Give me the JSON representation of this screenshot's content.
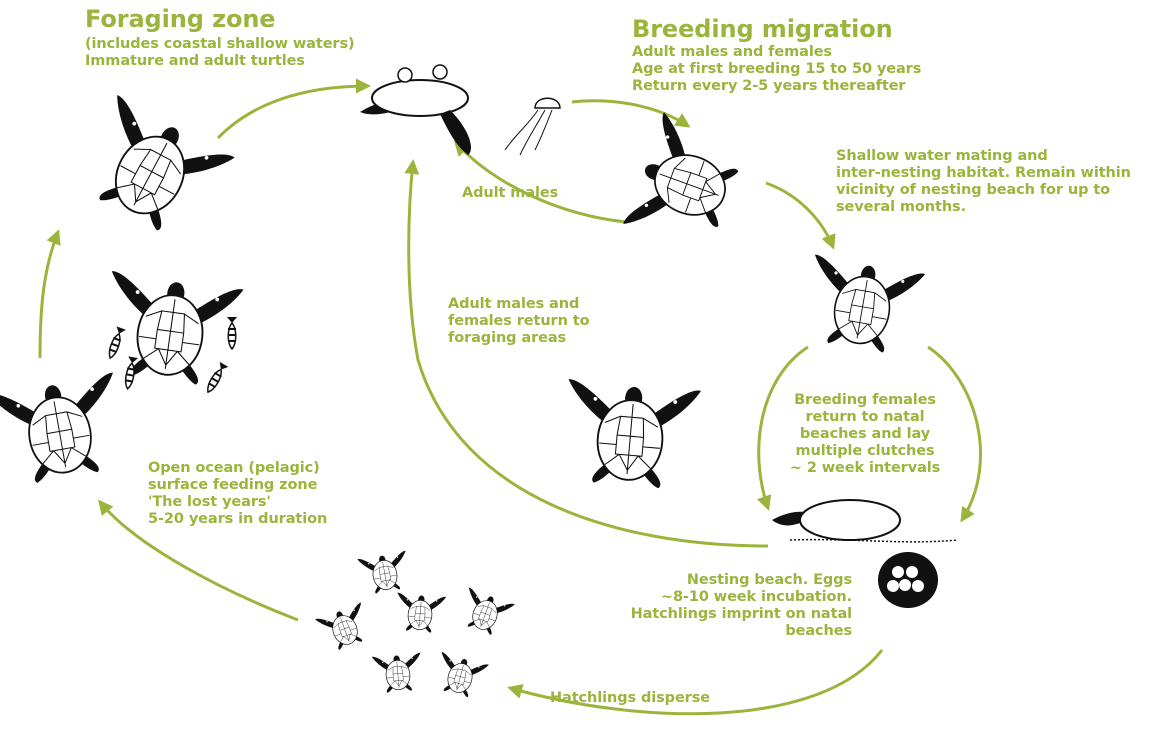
{
  "title_foraging": "Foraging zone",
  "foraging_desc": "(includes coastal shallow waters)\nImmature and adult turtles",
  "title_breeding": "Breeding migration",
  "breeding_desc": "Adult males and females\nAge at first breeding 15 to 50 years\nReturn every 2-5 years thereafter",
  "mating_desc": "Shallow water mating and\ninter-nesting habitat. Remain within\nvicinity of nesting beach for up to\nseveral months.",
  "adult_males": "Adult males",
  "return_foraging": "Adult males and\nfemales return to\nforaging areas",
  "breeding_females": "Breeding females\nreturn to natal\nbeaches and lay\nmultiple clutches\n~ 2 week intervals",
  "nesting_beach": "Nesting beach. Eggs\n~8-10 week incubation.\nHatchlings imprint on natal\nbeaches",
  "hatchlings": "Hatchlings disperse",
  "open_ocean": "Open ocean (pelagic)\nsurface feeding zone\n'The lost years'\n5-20 years in duration",
  "colors": {
    "accent": "#9bb43c",
    "ink": "#111111"
  }
}
